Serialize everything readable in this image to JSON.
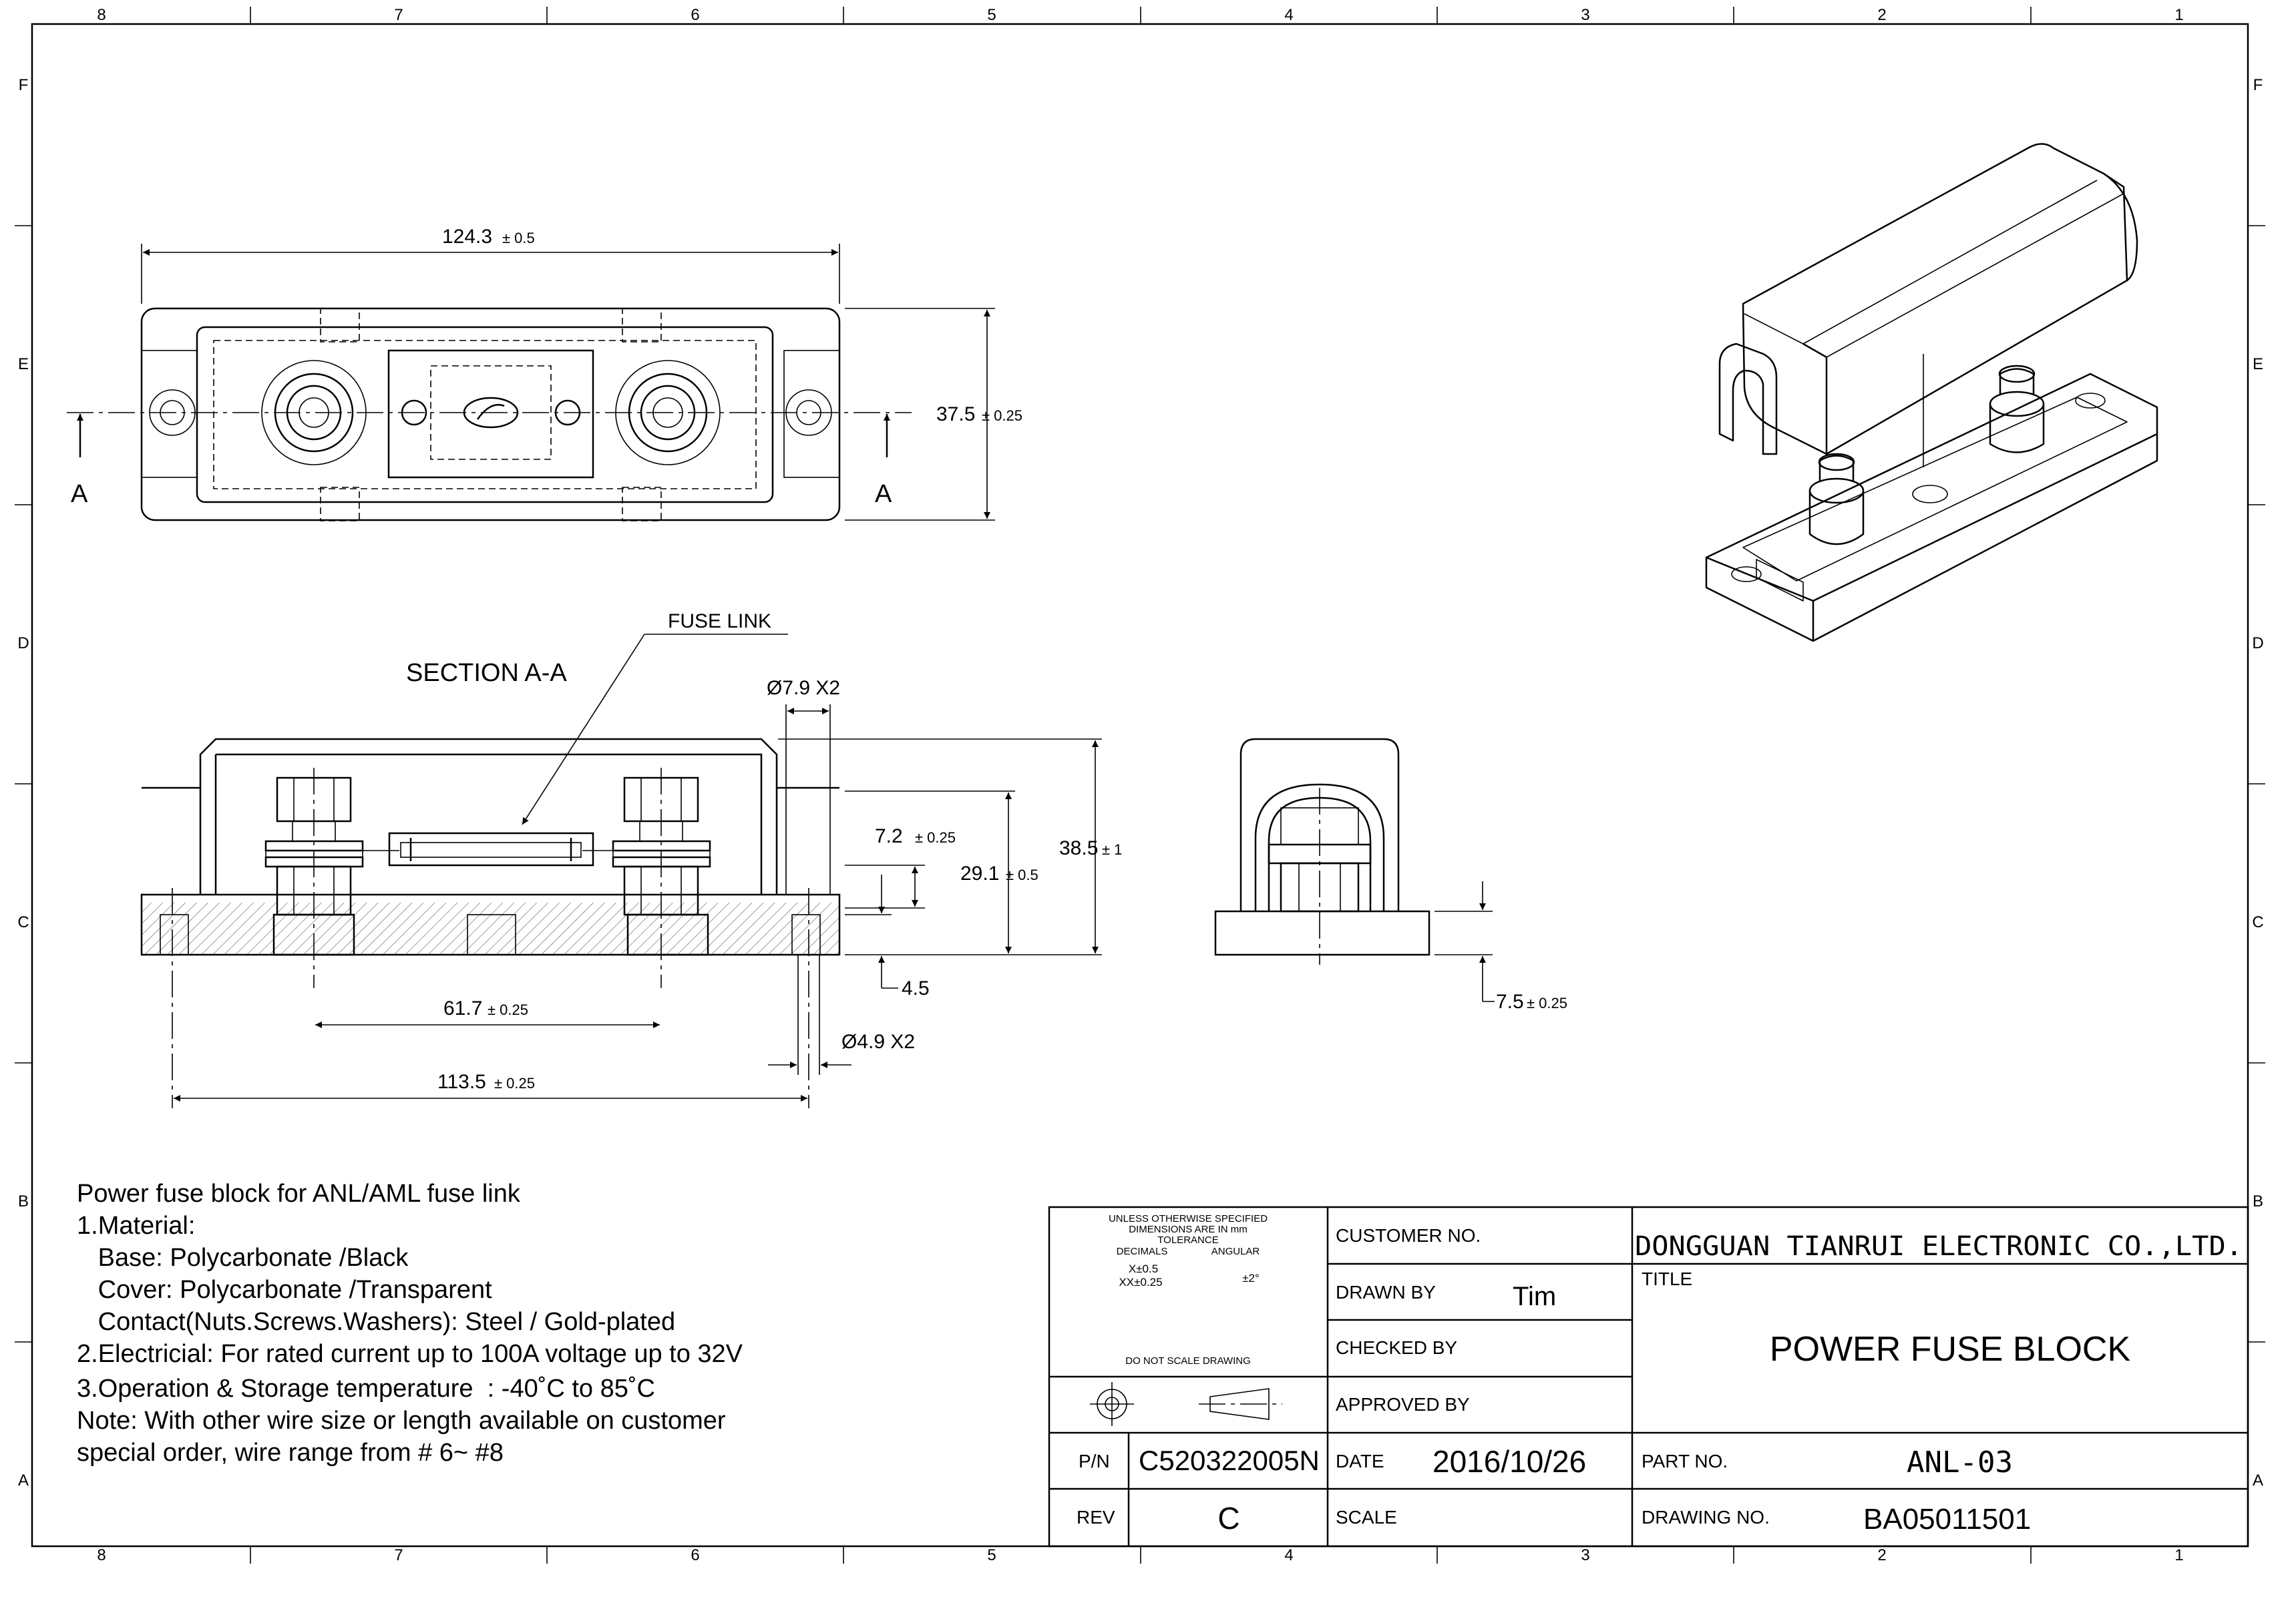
{
  "sheet": {
    "col_labels": [
      "8",
      "7",
      "6",
      "5",
      "4",
      "3",
      "2",
      "1"
    ],
    "row_labels": [
      "F",
      "E",
      "D",
      "C",
      "B",
      "A"
    ]
  },
  "top_view": {
    "dim_length": "124.3",
    "dim_length_tol": "± 0.5",
    "dim_height": "37.5",
    "dim_height_tol": "± 0.25",
    "section_mark_left": "A",
    "section_mark_right": "A"
  },
  "section_view": {
    "title": "SECTION A-A",
    "callout_fuse_link": "FUSE LINK",
    "dim_hole_top": "Ø7.9 X2",
    "dim_7_2": "7.2",
    "dim_7_2_tol": "± 0.25",
    "dim_29_1": "29.1",
    "dim_29_1_tol": "± 0.5",
    "dim_38_5": "38.5",
    "dim_38_5_tol": "± 1",
    "dim_4_5": "4.5",
    "dim_61_7": "61.7",
    "dim_61_7_tol": "± 0.25",
    "dim_hole_bottom": "Ø4.9 X2",
    "dim_113_5": "113.5",
    "dim_113_5_tol": "± 0.25"
  },
  "end_view": {
    "dim_7_5": "7.5",
    "dim_7_5_tol": "± 0.25"
  },
  "notes": [
    "Power fuse block for ANL/AML fuse link",
    "1.Material:",
    "   Base: Polycarbonate /Black",
    "   Cover: Polycarbonate /Transparent",
    "   Contact(Nuts.Screws.Washers): Steel / Gold-plated",
    "2.Electricial: For rated current up to 100A voltage up to 32V",
    "3.Operation & Storage temperature  : -40˚C to 85˚C",
    "Note: With other wire size or length available on customer",
    "special order, wire range from # 6~ #8"
  ],
  "title_block": {
    "tol_line1": "UNLESS OTHERWISE SPECIFIED",
    "tol_line2": "DIMENSIONS ARE IN mm",
    "tol_line3": "TOLERANCE",
    "tol_decimals": "DECIMALS",
    "tol_angular": "ANGULAR",
    "tol_x": "X±0.5",
    "tol_xx": "XX±0.25",
    "tol_ang": "±2°",
    "do_not_scale": "DO NOT SCALE DRAWING",
    "customer_label": "CUSTOMER NO.",
    "drawn_label": "DRAWN BY",
    "drawn_value": "Tim",
    "checked_label": "CHECKED BY",
    "approved_label": "APPROVED BY",
    "company": "DONGGUAN TIANRUI ELECTRONIC CO.,LTD.",
    "title_label": "TITLE",
    "title_value": "POWER FUSE BLOCK",
    "pn_label": "P/N",
    "pn_value": "C520322005N",
    "date_label": "DATE",
    "date_value": "2016/10/26",
    "partno_label": "PART NO.",
    "partno_value": "ANL-03",
    "rev_label": "REV",
    "rev_value": "C",
    "scale_label": "SCALE",
    "drawingno_label": "DRAWING NO.",
    "drawingno_value": "BA05011501"
  }
}
